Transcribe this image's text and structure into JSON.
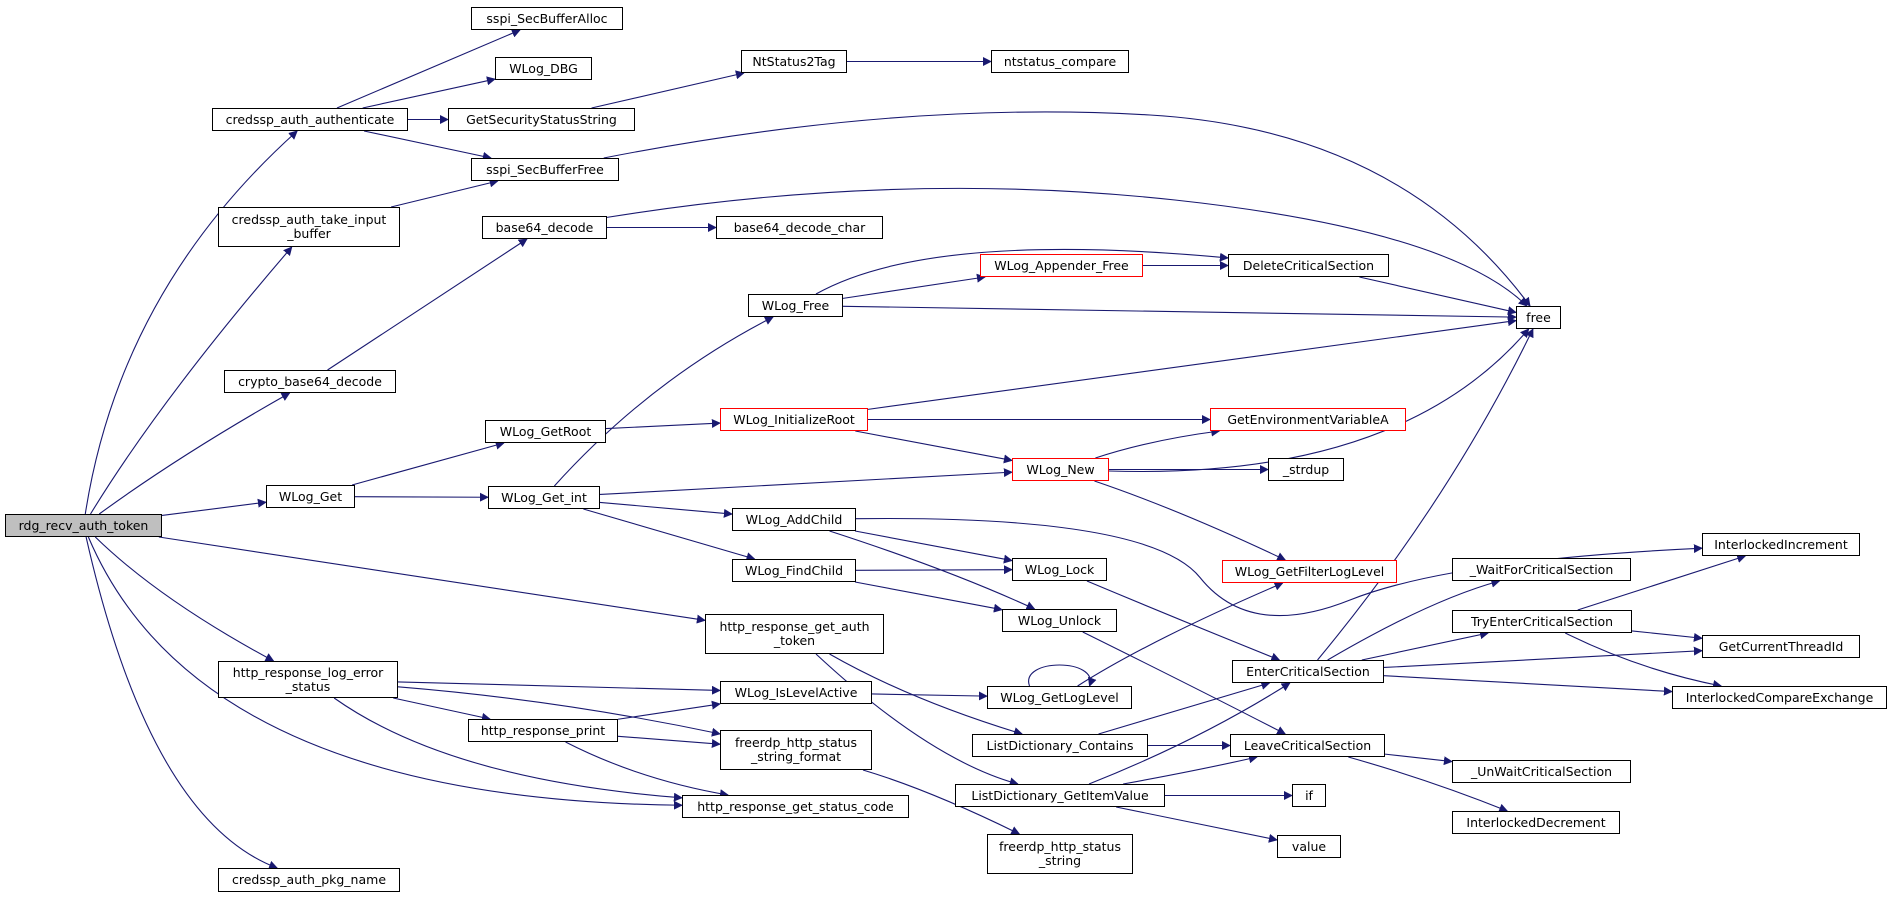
{
  "diagram": {
    "type": "call-graph",
    "colors": {
      "edge": "#191970",
      "root_fill": "#bfbfbf",
      "node_border": "#000000",
      "truncated_border": "#ff0000"
    },
    "nodes": {
      "rdg_recv_auth_token": "rdg_recv_auth_token",
      "credssp_auth_authenticate": "credssp_auth_authenticate",
      "sspi_SecBufferAlloc": "sspi_SecBufferAlloc",
      "WLog_DBG": "WLog_DBG",
      "GetSecurityStatusString": "GetSecurityStatusString",
      "NtStatus2Tag": "NtStatus2Tag",
      "ntstatus_compare": "ntstatus_compare",
      "sspi_SecBufferFree": "sspi_SecBufferFree",
      "credssp_auth_take_input_buffer": "credssp_auth_take_input\n_buffer",
      "base64_decode": "base64_decode",
      "base64_decode_char": "base64_decode_char",
      "crypto_base64_decode": "crypto_base64_decode",
      "WLog_Free": "WLog_Free",
      "WLog_Appender_Free": "WLog_Appender_Free",
      "DeleteCriticalSection": "DeleteCriticalSection",
      "free": "free",
      "WLog_GetRoot": "WLog_GetRoot",
      "WLog_InitializeRoot": "WLog_InitializeRoot",
      "GetEnvironmentVariableA": "GetEnvironmentVariableA",
      "WLog_Get": "WLog_Get",
      "WLog_Get_int": "WLog_Get_int",
      "WLog_New": "WLog_New",
      "_strdup": "_strdup",
      "WLog_AddChild": "WLog_AddChild",
      "WLog_FindChild": "WLog_FindChild",
      "WLog_Lock": "WLog_Lock",
      "WLog_Unlock": "WLog_Unlock",
      "WLog_GetFilterLogLevel": "WLog_GetFilterLogLevel",
      "InterlockedIncrement": "InterlockedIncrement",
      "_WaitForCriticalSection": "_WaitForCriticalSection",
      "TryEnterCriticalSection": "TryEnterCriticalSection",
      "GetCurrentThreadId": "GetCurrentThreadId",
      "EnterCriticalSection": "EnterCriticalSection",
      "InterlockedCompareExchange": "InterlockedCompareExchange",
      "http_response_get_auth_token": "http_response_get_auth\n_token",
      "http_response_log_error_status": "http_response_log_error\n_status",
      "WLog_IsLevelActive": "WLog_IsLevelActive",
      "WLog_GetLogLevel": "WLog_GetLogLevel",
      "http_response_print": "http_response_print",
      "freerdp_http_status_string_format": "freerdp_http_status\n_string_format",
      "ListDictionary_Contains": "ListDictionary_Contains",
      "LeaveCriticalSection": "LeaveCriticalSection",
      "_UnWaitCriticalSection": "_UnWaitCriticalSection",
      "ListDictionary_GetItemValue": "ListDictionary_GetItemValue",
      "if": "if",
      "http_response_get_status_code": "http_response_get_status_code",
      "value": "value",
      "InterlockedDecrement": "InterlockedDecrement",
      "freerdp_http_status_string": "freerdp_http_status\n_string",
      "credssp_auth_pkg_name": "credssp_auth_pkg_name"
    },
    "truncated_nodes": [
      "WLog_Appender_Free",
      "WLog_InitializeRoot",
      "GetEnvironmentVariableA",
      "WLog_New",
      "WLog_GetFilterLogLevel"
    ],
    "root": "rdg_recv_auth_token",
    "edges": [
      [
        "rdg_recv_auth_token",
        "credssp_auth_authenticate"
      ],
      [
        "rdg_recv_auth_token",
        "credssp_auth_take_input_buffer"
      ],
      [
        "rdg_recv_auth_token",
        "crypto_base64_decode"
      ],
      [
        "rdg_recv_auth_token",
        "WLog_Get"
      ],
      [
        "rdg_recv_auth_token",
        "http_response_get_auth_token"
      ],
      [
        "rdg_recv_auth_token",
        "http_response_log_error_status"
      ],
      [
        "rdg_recv_auth_token",
        "http_response_get_status_code"
      ],
      [
        "rdg_recv_auth_token",
        "credssp_auth_pkg_name"
      ],
      [
        "credssp_auth_authenticate",
        "sspi_SecBufferAlloc"
      ],
      [
        "credssp_auth_authenticate",
        "WLog_DBG"
      ],
      [
        "credssp_auth_authenticate",
        "GetSecurityStatusString"
      ],
      [
        "credssp_auth_authenticate",
        "sspi_SecBufferFree"
      ],
      [
        "GetSecurityStatusString",
        "NtStatus2Tag"
      ],
      [
        "NtStatus2Tag",
        "ntstatus_compare"
      ],
      [
        "sspi_SecBufferFree",
        "free"
      ],
      [
        "credssp_auth_take_input_buffer",
        "sspi_SecBufferFree"
      ],
      [
        "crypto_base64_decode",
        "base64_decode"
      ],
      [
        "base64_decode",
        "base64_decode_char"
      ],
      [
        "base64_decode",
        "free"
      ],
      [
        "WLog_Get",
        "WLog_GetRoot"
      ],
      [
        "WLog_Get",
        "WLog_Get_int"
      ],
      [
        "WLog_GetRoot",
        "WLog_InitializeRoot"
      ],
      [
        "WLog_Get_int",
        "WLog_Free"
      ],
      [
        "WLog_Get_int",
        "WLog_New"
      ],
      [
        "WLog_Get_int",
        "WLog_AddChild"
      ],
      [
        "WLog_Get_int",
        "WLog_FindChild"
      ],
      [
        "WLog_Free",
        "DeleteCriticalSection"
      ],
      [
        "WLog_Free",
        "WLog_Appender_Free"
      ],
      [
        "WLog_Free",
        "free"
      ],
      [
        "WLog_Appender_Free",
        "DeleteCriticalSection"
      ],
      [
        "DeleteCriticalSection",
        "free"
      ],
      [
        "WLog_InitializeRoot",
        "free"
      ],
      [
        "WLog_InitializeRoot",
        "GetEnvironmentVariableA"
      ],
      [
        "WLog_InitializeRoot",
        "WLog_New"
      ],
      [
        "WLog_New",
        "GetEnvironmentVariableA"
      ],
      [
        "WLog_New",
        "_strdup"
      ],
      [
        "WLog_New",
        "free"
      ],
      [
        "WLog_New",
        "WLog_GetFilterLogLevel"
      ],
      [
        "WLog_AddChild",
        "WLog_Lock"
      ],
      [
        "WLog_AddChild",
        "WLog_Unlock"
      ],
      [
        "WLog_AddChild",
        "InterlockedIncrement"
      ],
      [
        "WLog_FindChild",
        "WLog_Lock"
      ],
      [
        "WLog_FindChild",
        "WLog_Unlock"
      ],
      [
        "WLog_Lock",
        "EnterCriticalSection"
      ],
      [
        "WLog_Unlock",
        "LeaveCriticalSection"
      ],
      [
        "EnterCriticalSection",
        "free"
      ],
      [
        "EnterCriticalSection",
        "_WaitForCriticalSection"
      ],
      [
        "EnterCriticalSection",
        "TryEnterCriticalSection"
      ],
      [
        "EnterCriticalSection",
        "GetCurrentThreadId"
      ],
      [
        "EnterCriticalSection",
        "InterlockedCompareExchange"
      ],
      [
        "TryEnterCriticalSection",
        "InterlockedIncrement"
      ],
      [
        "TryEnterCriticalSection",
        "GetCurrentThreadId"
      ],
      [
        "TryEnterCriticalSection",
        "InterlockedCompareExchange"
      ],
      [
        "http_response_get_auth_token",
        "ListDictionary_Contains"
      ],
      [
        "http_response_get_auth_token",
        "ListDictionary_GetItemValue"
      ],
      [
        "http_response_log_error_status",
        "WLog_IsLevelActive"
      ],
      [
        "http_response_log_error_status",
        "http_response_print"
      ],
      [
        "http_response_log_error_status",
        "freerdp_http_status_string_format"
      ],
      [
        "http_response_log_error_status",
        "http_response_get_status_code"
      ],
      [
        "http_response_print",
        "WLog_IsLevelActive"
      ],
      [
        "http_response_print",
        "freerdp_http_status_string_format"
      ],
      [
        "http_response_print",
        "http_response_get_status_code"
      ],
      [
        "WLog_IsLevelActive",
        "WLog_GetLogLevel"
      ],
      [
        "WLog_GetLogLevel",
        "WLog_GetLogLevel"
      ],
      [
        "WLog_GetLogLevel",
        "WLog_GetFilterLogLevel"
      ],
      [
        "freerdp_http_status_string_format",
        "freerdp_http_status_string"
      ],
      [
        "ListDictionary_Contains",
        "EnterCriticalSection"
      ],
      [
        "ListDictionary_Contains",
        "LeaveCriticalSection"
      ],
      [
        "ListDictionary_GetItemValue",
        "EnterCriticalSection"
      ],
      [
        "ListDictionary_GetItemValue",
        "LeaveCriticalSection"
      ],
      [
        "ListDictionary_GetItemValue",
        "if"
      ],
      [
        "ListDictionary_GetItemValue",
        "value"
      ],
      [
        "LeaveCriticalSection",
        "_UnWaitCriticalSection"
      ],
      [
        "LeaveCriticalSection",
        "InterlockedDecrement"
      ]
    ]
  }
}
